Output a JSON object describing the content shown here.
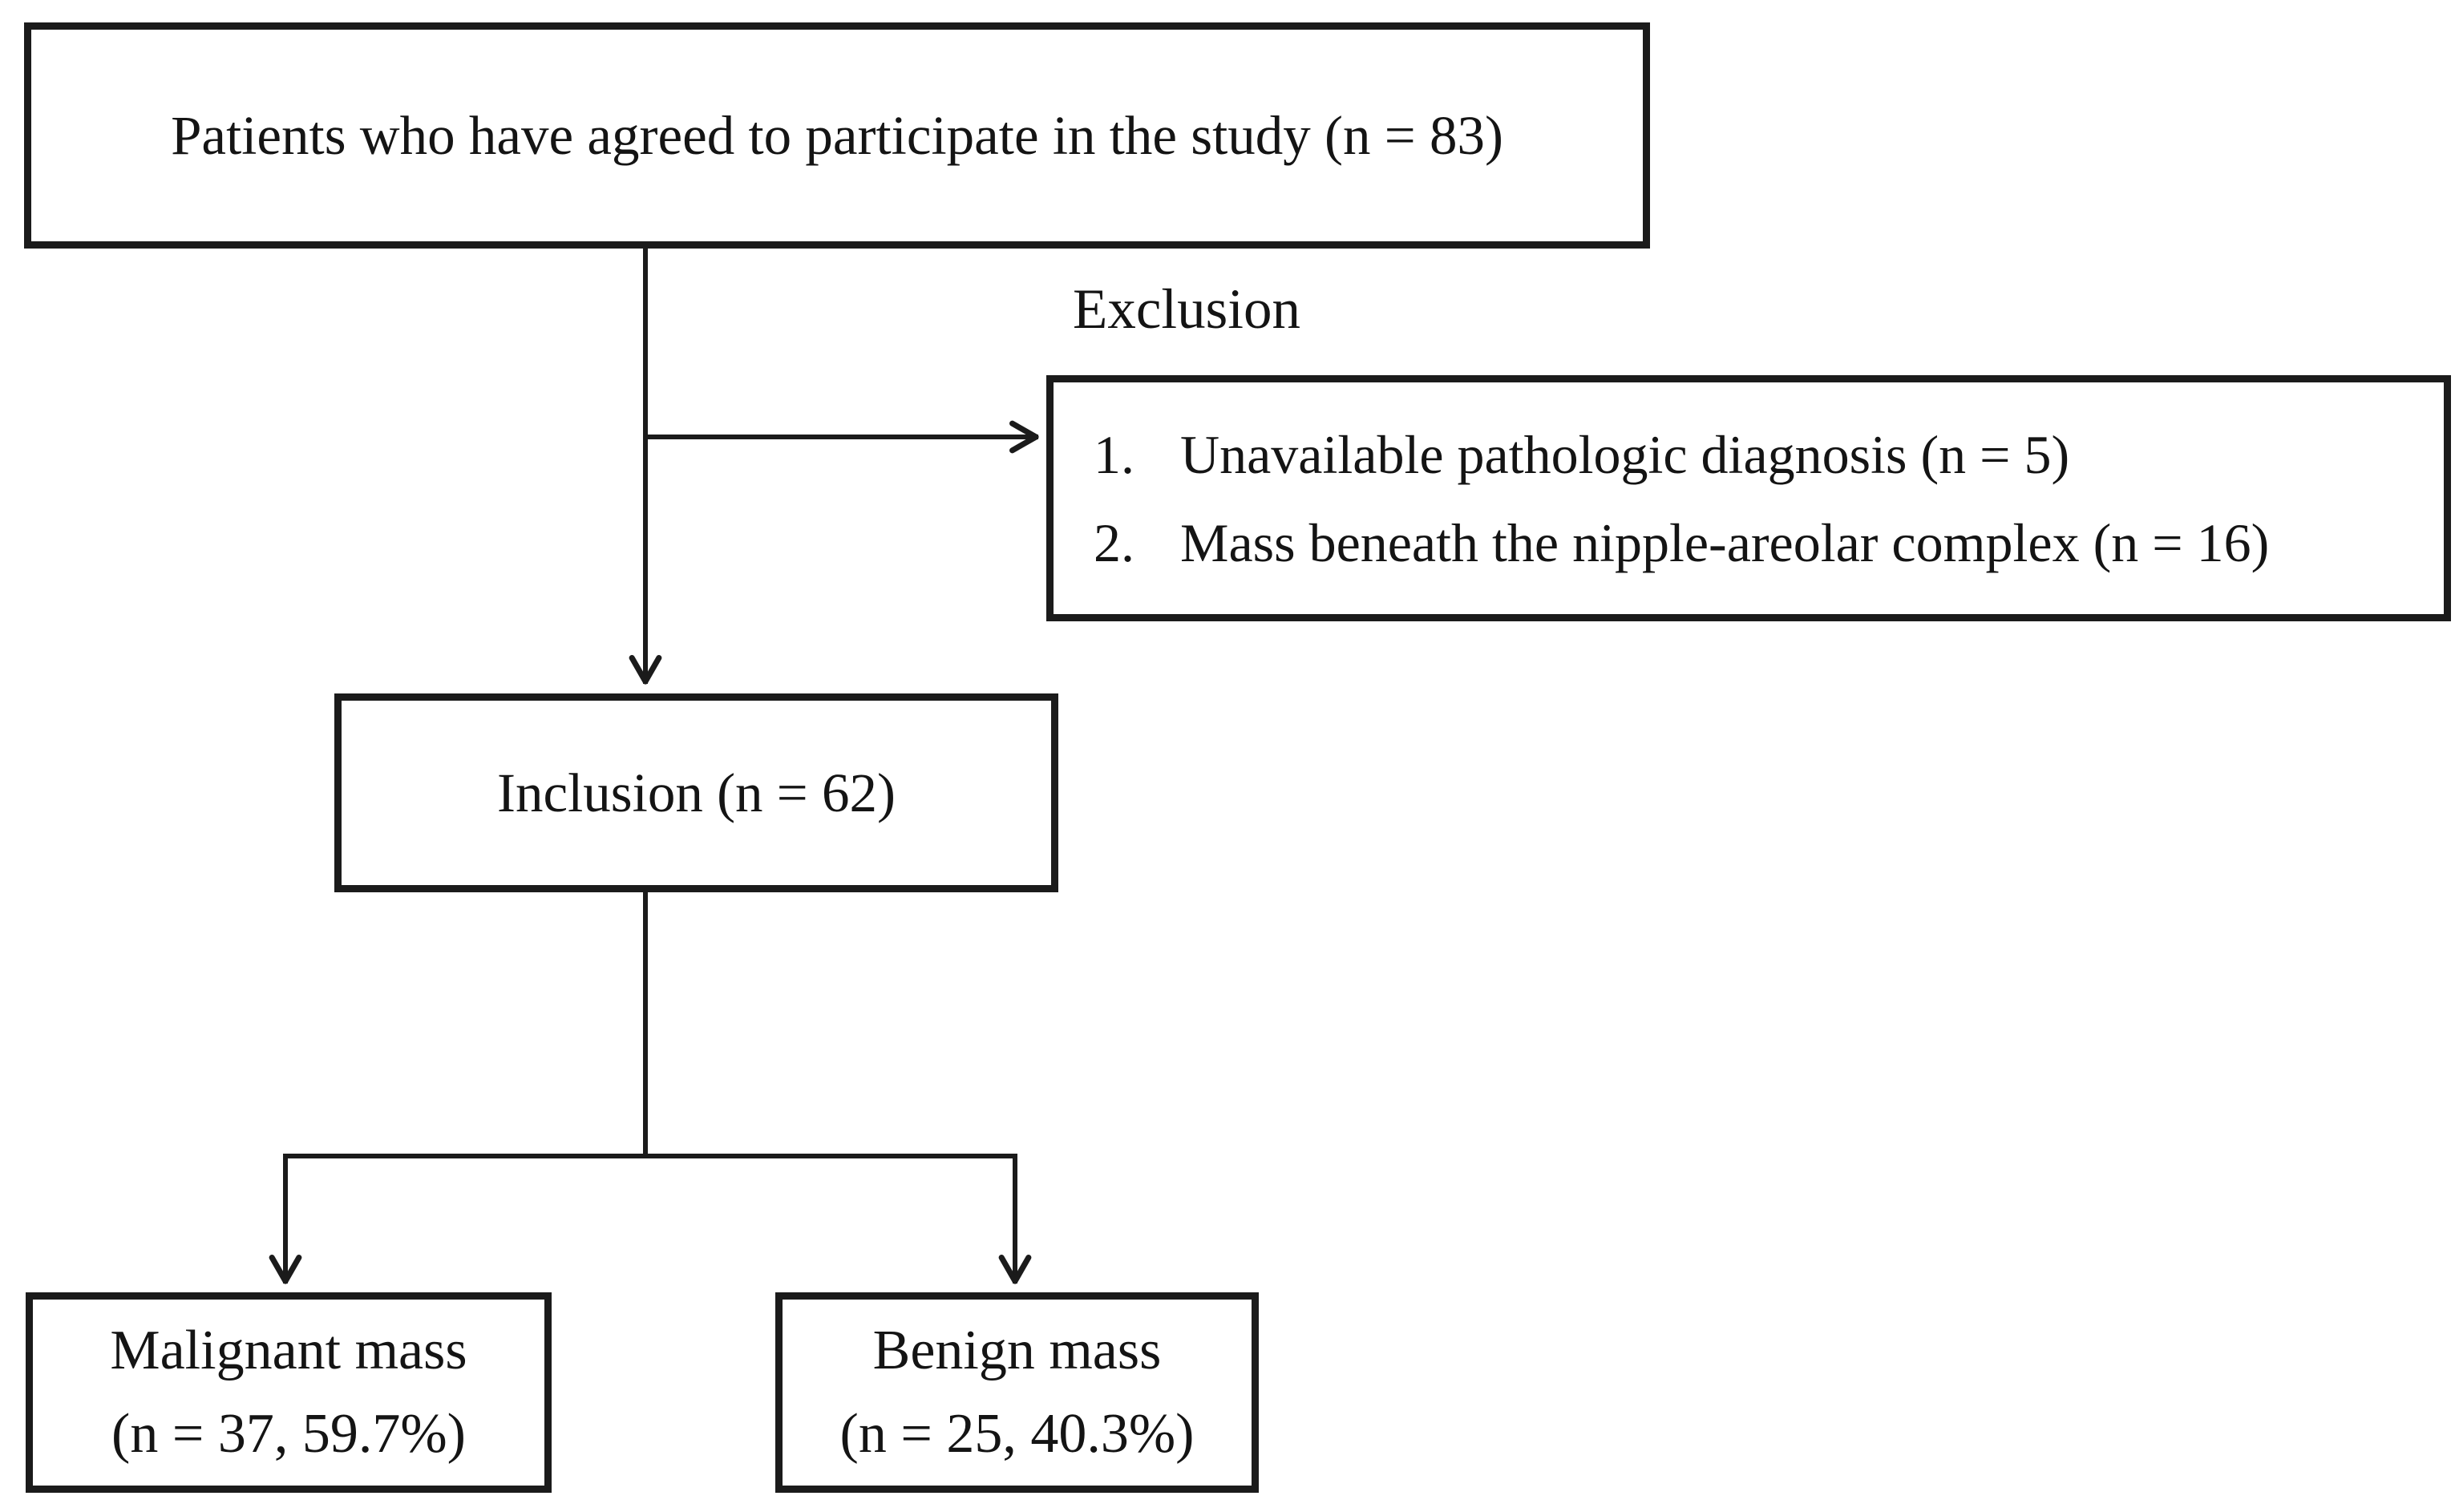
{
  "figure": {
    "type": "flowchart",
    "description": "Study participant inclusion and exclusion flow diagram"
  },
  "nodes": {
    "participants": {
      "text": "Patients who have agreed to participate in the study (n = 83)",
      "n": 83
    },
    "exclusion": {
      "label": "Exclusion",
      "items": [
        {
          "number": "1.",
          "text": "Unavailable pathologic diagnosis (n = 5)",
          "n": 5
        },
        {
          "number": "2.",
          "text": "Mass beneath the nipple-areolar complex (n = 16)",
          "n": 16
        }
      ]
    },
    "inclusion": {
      "text": "Inclusion (n = 62)",
      "n": 62
    },
    "malignant": {
      "line1": "Malignant mass",
      "line2": "(n = 37, 59.7%)",
      "n": 37,
      "percent": "59.7%"
    },
    "benign": {
      "line1": "Benign mass",
      "line2": "(n = 25, 40.3%)",
      "n": 25,
      "percent": "40.3%"
    }
  },
  "colors": {
    "background": "#ffffff",
    "border": "#1b1b1b",
    "line": "#1b1b1b",
    "text": "#141414"
  }
}
